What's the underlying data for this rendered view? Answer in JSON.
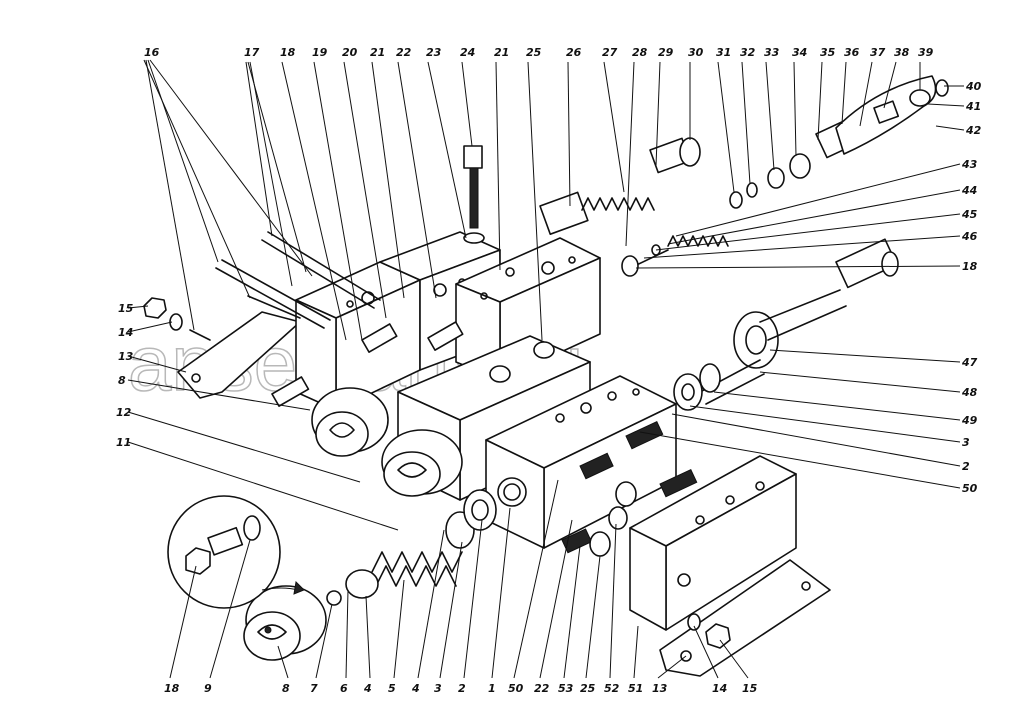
{
  "watermark": "ansetparts.ru",
  "colors": {
    "ink": "#111111",
    "paper": "#ffffff",
    "watermark": "#b8b8b8"
  },
  "labels": {
    "top": [
      "16",
      "17",
      "18",
      "19",
      "20",
      "21",
      "22",
      "23",
      "24",
      "21",
      "25",
      "26",
      "27",
      "28",
      "29",
      "30",
      "31",
      "32",
      "33",
      "34",
      "35",
      "36",
      "37",
      "38",
      "39"
    ],
    "right": [
      "40",
      "41",
      "42",
      "43",
      "44",
      "45",
      "46",
      "18",
      "47",
      "48",
      "49",
      "3",
      "2",
      "50"
    ],
    "left": [
      "15",
      "14",
      "13",
      "8",
      "12",
      "11"
    ],
    "bottom": [
      "18",
      "9",
      "8",
      "7",
      "6",
      "4",
      "5",
      "4",
      "3",
      "2",
      "1",
      "50",
      "22",
      "53",
      "25",
      "52",
      "51",
      "13",
      "14",
      "15"
    ]
  }
}
